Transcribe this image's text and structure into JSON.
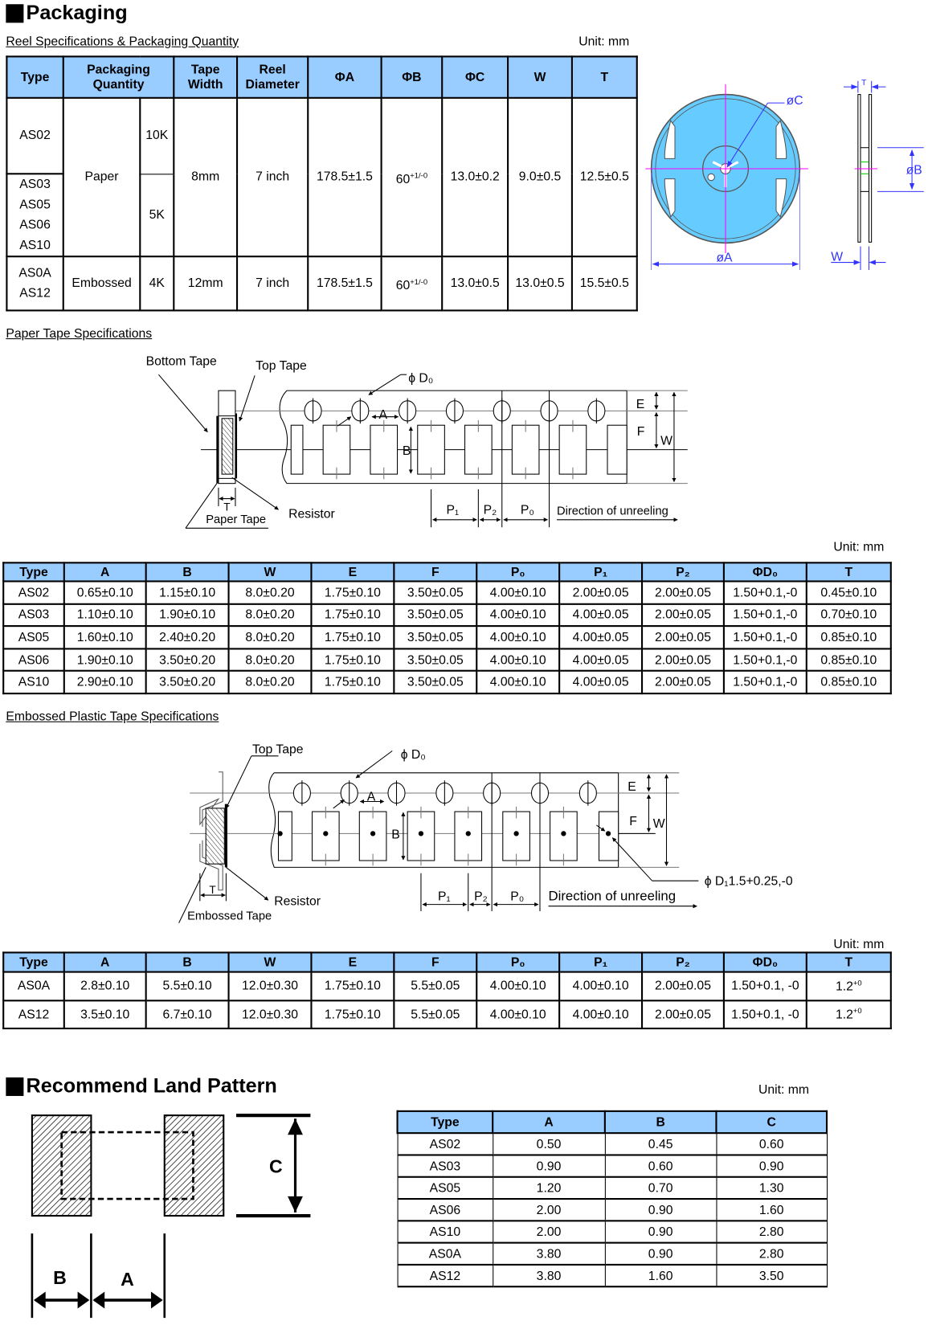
{
  "packaging": {
    "title": "Packaging",
    "reel_subtitle": "Reel Specifications & Packaging Quantity",
    "unit": "Unit: mm",
    "reel_table": {
      "headers": {
        "type": "Type",
        "qty": "Packaging Quantity",
        "tape_width": "Tape Width",
        "reel_diameter": "Reel Diameter",
        "phiA": "ΦA",
        "phiB": "ΦB",
        "phiC": "ΦC",
        "W": "W",
        "T": "T"
      },
      "rows": [
        {
          "types": [
            "AS02"
          ],
          "packaging": "Paper",
          "qty": "10K",
          "tape_width": "8mm",
          "reel_diameter": "7 inch",
          "phiA": "178.5±1.5",
          "phiB": "60",
          "phiB_sup": "+1/-0",
          "phiC": "13.0±0.2",
          "W": "9.0±0.5",
          "T": "12.5±0.5"
        },
        {
          "types": [
            "AS03",
            "AS05",
            "AS06",
            "AS10"
          ],
          "qty": "5K"
        },
        {
          "types": [
            "AS0A",
            "AS12"
          ],
          "packaging": "Embossed",
          "qty": "4K",
          "tape_width": "12mm",
          "reel_diameter": "7 inch",
          "phiA": "178.5±1.5",
          "phiB": "60",
          "phiB_sup": "+1/-0",
          "phiC": "13.0±0.5",
          "W": "13.0±0.5",
          "T": "15.5±0.5"
        }
      ]
    },
    "reel_diagram_labels": {
      "phiA": "øA",
      "phiB": "øB",
      "phiC": "øC",
      "W": "W",
      "T": "T"
    },
    "colors": {
      "header_bg": "#99ccff",
      "reel_fill": "#66ccff",
      "dimension": "#3333ff",
      "centerline": "#ff00ff"
    }
  },
  "paper_tape": {
    "subtitle": "Paper Tape Specifications",
    "unit": "Unit: mm",
    "diagram_labels": {
      "bottom_tape": "Bottom Tape",
      "top_tape": "Top Tape",
      "d0": "ϕ D₀",
      "A": "A",
      "B": "B",
      "E": "E",
      "F": "F",
      "W": "W",
      "T": "T",
      "paper_tape": "Paper Tape",
      "resistor": "Resistor",
      "P1": "P₁",
      "P2": "P₂",
      "P0": "P₀",
      "direction": "Direction of unreeling"
    },
    "headers": [
      "Type",
      "A",
      "B",
      "W",
      "E",
      "F",
      "P₀",
      "P₁",
      "P₂",
      "ΦD₀",
      "T"
    ],
    "rows": [
      [
        "AS02",
        "0.65±0.10",
        "1.15±0.10",
        "8.0±0.20",
        "1.75±0.10",
        "3.50±0.05",
        "4.00±0.10",
        "2.00±0.05",
        "2.00±0.05",
        "1.50+0.1,-0",
        "0.45±0.10"
      ],
      [
        "AS03",
        "1.10±0.10",
        "1.90±0.10",
        "8.0±0.20",
        "1.75±0.10",
        "3.50±0.05",
        "4.00±0.10",
        "4.00±0.05",
        "2.00±0.05",
        "1.50+0.1,-0",
        "0.70±0.10"
      ],
      [
        "AS05",
        "1.60±0.10",
        "2.40±0.20",
        "8.0±0.20",
        "1.75±0.10",
        "3.50±0.05",
        "4.00±0.10",
        "4.00±0.05",
        "2.00±0.05",
        "1.50+0.1,-0",
        "0.85±0.10"
      ],
      [
        "AS06",
        "1.90±0.10",
        "3.50±0.20",
        "8.0±0.20",
        "1.75±0.10",
        "3.50±0.05",
        "4.00±0.10",
        "4.00±0.05",
        "2.00±0.05",
        "1.50+0.1,-0",
        "0.85±0.10"
      ],
      [
        "AS10",
        "2.90±0.10",
        "3.50±0.20",
        "8.0±0.20",
        "1.75±0.10",
        "3.50±0.05",
        "4.00±0.10",
        "4.00±0.05",
        "2.00±0.05",
        "1.50+0.1,-0",
        "0.85±0.10"
      ]
    ]
  },
  "embossed_tape": {
    "subtitle": "Embossed Plastic Tape Specifications",
    "unit": "Unit: mm",
    "diagram_labels": {
      "top_tape": "Top Tape",
      "d0": "ϕ D₀",
      "A": "A",
      "B": "B",
      "E": "E",
      "F": "F",
      "W": "W",
      "T": "T",
      "embossed_tape": "Embossed Tape",
      "resistor": "Resistor",
      "d1": "ϕ D₁1.5+0.25,-0",
      "P1": "P₁",
      "P2": "P₂",
      "P0": "P₀",
      "direction": "Direction of unreeling"
    },
    "headers": [
      "Type",
      "A",
      "B",
      "W",
      "E",
      "F",
      "P₀",
      "P₁",
      "P₂",
      "ΦD₀",
      "T"
    ],
    "rows": [
      [
        "AS0A",
        "2.8±0.10",
        "5.5±0.10",
        "12.0±0.30",
        "1.75±0.10",
        "5.5±0.05",
        "4.00±0.10",
        "4.00±0.10",
        "2.00±0.05",
        "1.50+0.1, -0",
        "1.2"
      ],
      [
        "AS12",
        "3.5±0.10",
        "6.7±0.10",
        "12.0±0.30",
        "1.75±0.10",
        "5.5±0.05",
        "4.00±0.10",
        "4.00±0.10",
        "2.00±0.05",
        "1.50+0.1, -0",
        "1.2"
      ]
    ],
    "T_sup": "+0"
  },
  "land_pattern": {
    "title": "Recommend Land Pattern",
    "unit": "Unit: mm",
    "diagram_labels": {
      "A": "A",
      "B": "B",
      "C": "C"
    },
    "headers": [
      "Type",
      "A",
      "B",
      "C"
    ],
    "rows": [
      [
        "AS02",
        "0.50",
        "0.45",
        "0.60"
      ],
      [
        "AS03",
        "0.90",
        "0.60",
        "0.90"
      ],
      [
        "AS05",
        "1.20",
        "0.70",
        "1.30"
      ],
      [
        "AS06",
        "2.00",
        "0.90",
        "1.60"
      ],
      [
        "AS10",
        "2.00",
        "0.90",
        "2.80"
      ],
      [
        "AS0A",
        "3.80",
        "0.90",
        "2.80"
      ],
      [
        "AS12",
        "3.80",
        "1.60",
        "3.50"
      ]
    ]
  }
}
